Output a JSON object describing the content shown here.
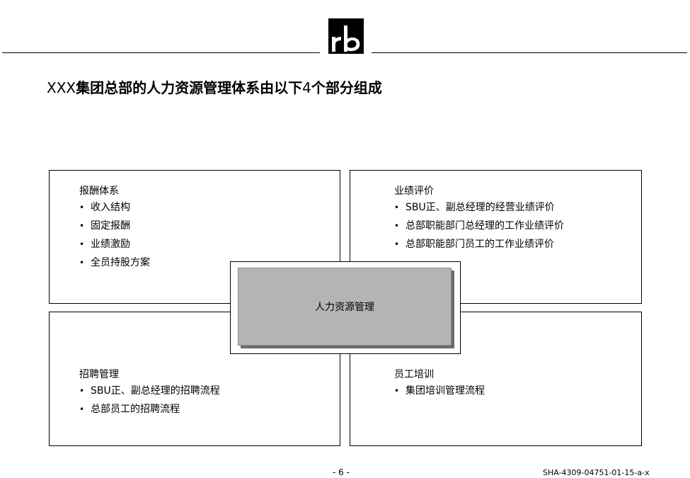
{
  "title": {
    "prefix": "XXX",
    "part1": "集团总部的人力资源管理体系由以下",
    "number": "4",
    "part2": "个部分组成"
  },
  "logo": {
    "icon": "rb-logo-icon",
    "text": "rb",
    "background": "#000000",
    "foreground": "#ffffff"
  },
  "center": {
    "label": "人力资源管理",
    "color": "#b4b4b4",
    "shadow_color": "#6b6b6b"
  },
  "quadrants": {
    "compensation": {
      "heading": "报酬体系",
      "items": [
        "收入结构",
        "固定报酬",
        "业绩激励",
        "全员持股方案"
      ]
    },
    "performance": {
      "heading": "业绩评价",
      "items": [
        "SBU正、副总经理的经营业绩评价",
        "总部职能部门总经理的工作业绩评价",
        "总部职能部门员工的工作业绩评价"
      ]
    },
    "recruitment": {
      "heading": "招聘管理",
      "items": [
        "SBU正、副总经理的招聘流程",
        "总部员工的招聘流程"
      ]
    },
    "training": {
      "heading": "员工培训",
      "items": [
        "集团培训管理流程"
      ]
    }
  },
  "bullet": "•",
  "footer": {
    "page": "- 6 -",
    "code": "SHA-4309-04751-01-15-a-x"
  }
}
